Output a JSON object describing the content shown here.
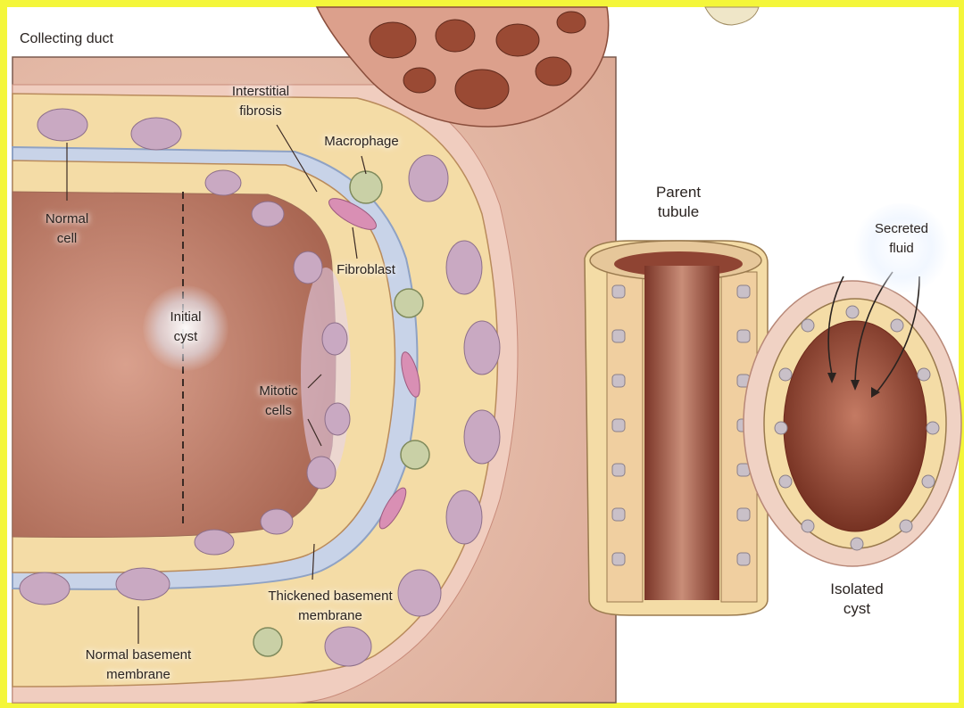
{
  "labels": {
    "collecting_duct": "Collecting duct",
    "interstitial_fibrosis": "Interstitial\nfibrosis",
    "macrophage": "Macrophage",
    "normal_cell": "Normal\ncell",
    "fibroblast": "Fibroblast",
    "initial_cyst": "Initial\ncyst",
    "mitotic_cells": "Mitotic\ncells",
    "thickened_basement_membrane": "Thickened basement\nmembrane",
    "normal_basement_membrane": "Normal basement\nmembrane",
    "parent_tubule": "Parent\ntubule",
    "secreted_fluid": "Secreted\nfluid",
    "isolated_cyst": "Isolated\ncyst"
  },
  "colors": {
    "frame": "#f4f63a",
    "tissue": "#e8c2b0",
    "lumen": "#b97c66",
    "cell": "#f7e6b5",
    "nucleus": "#c9a9c2",
    "basement_membrane": "#bccbe2",
    "cyst_lumen": "#8a3f2b"
  }
}
